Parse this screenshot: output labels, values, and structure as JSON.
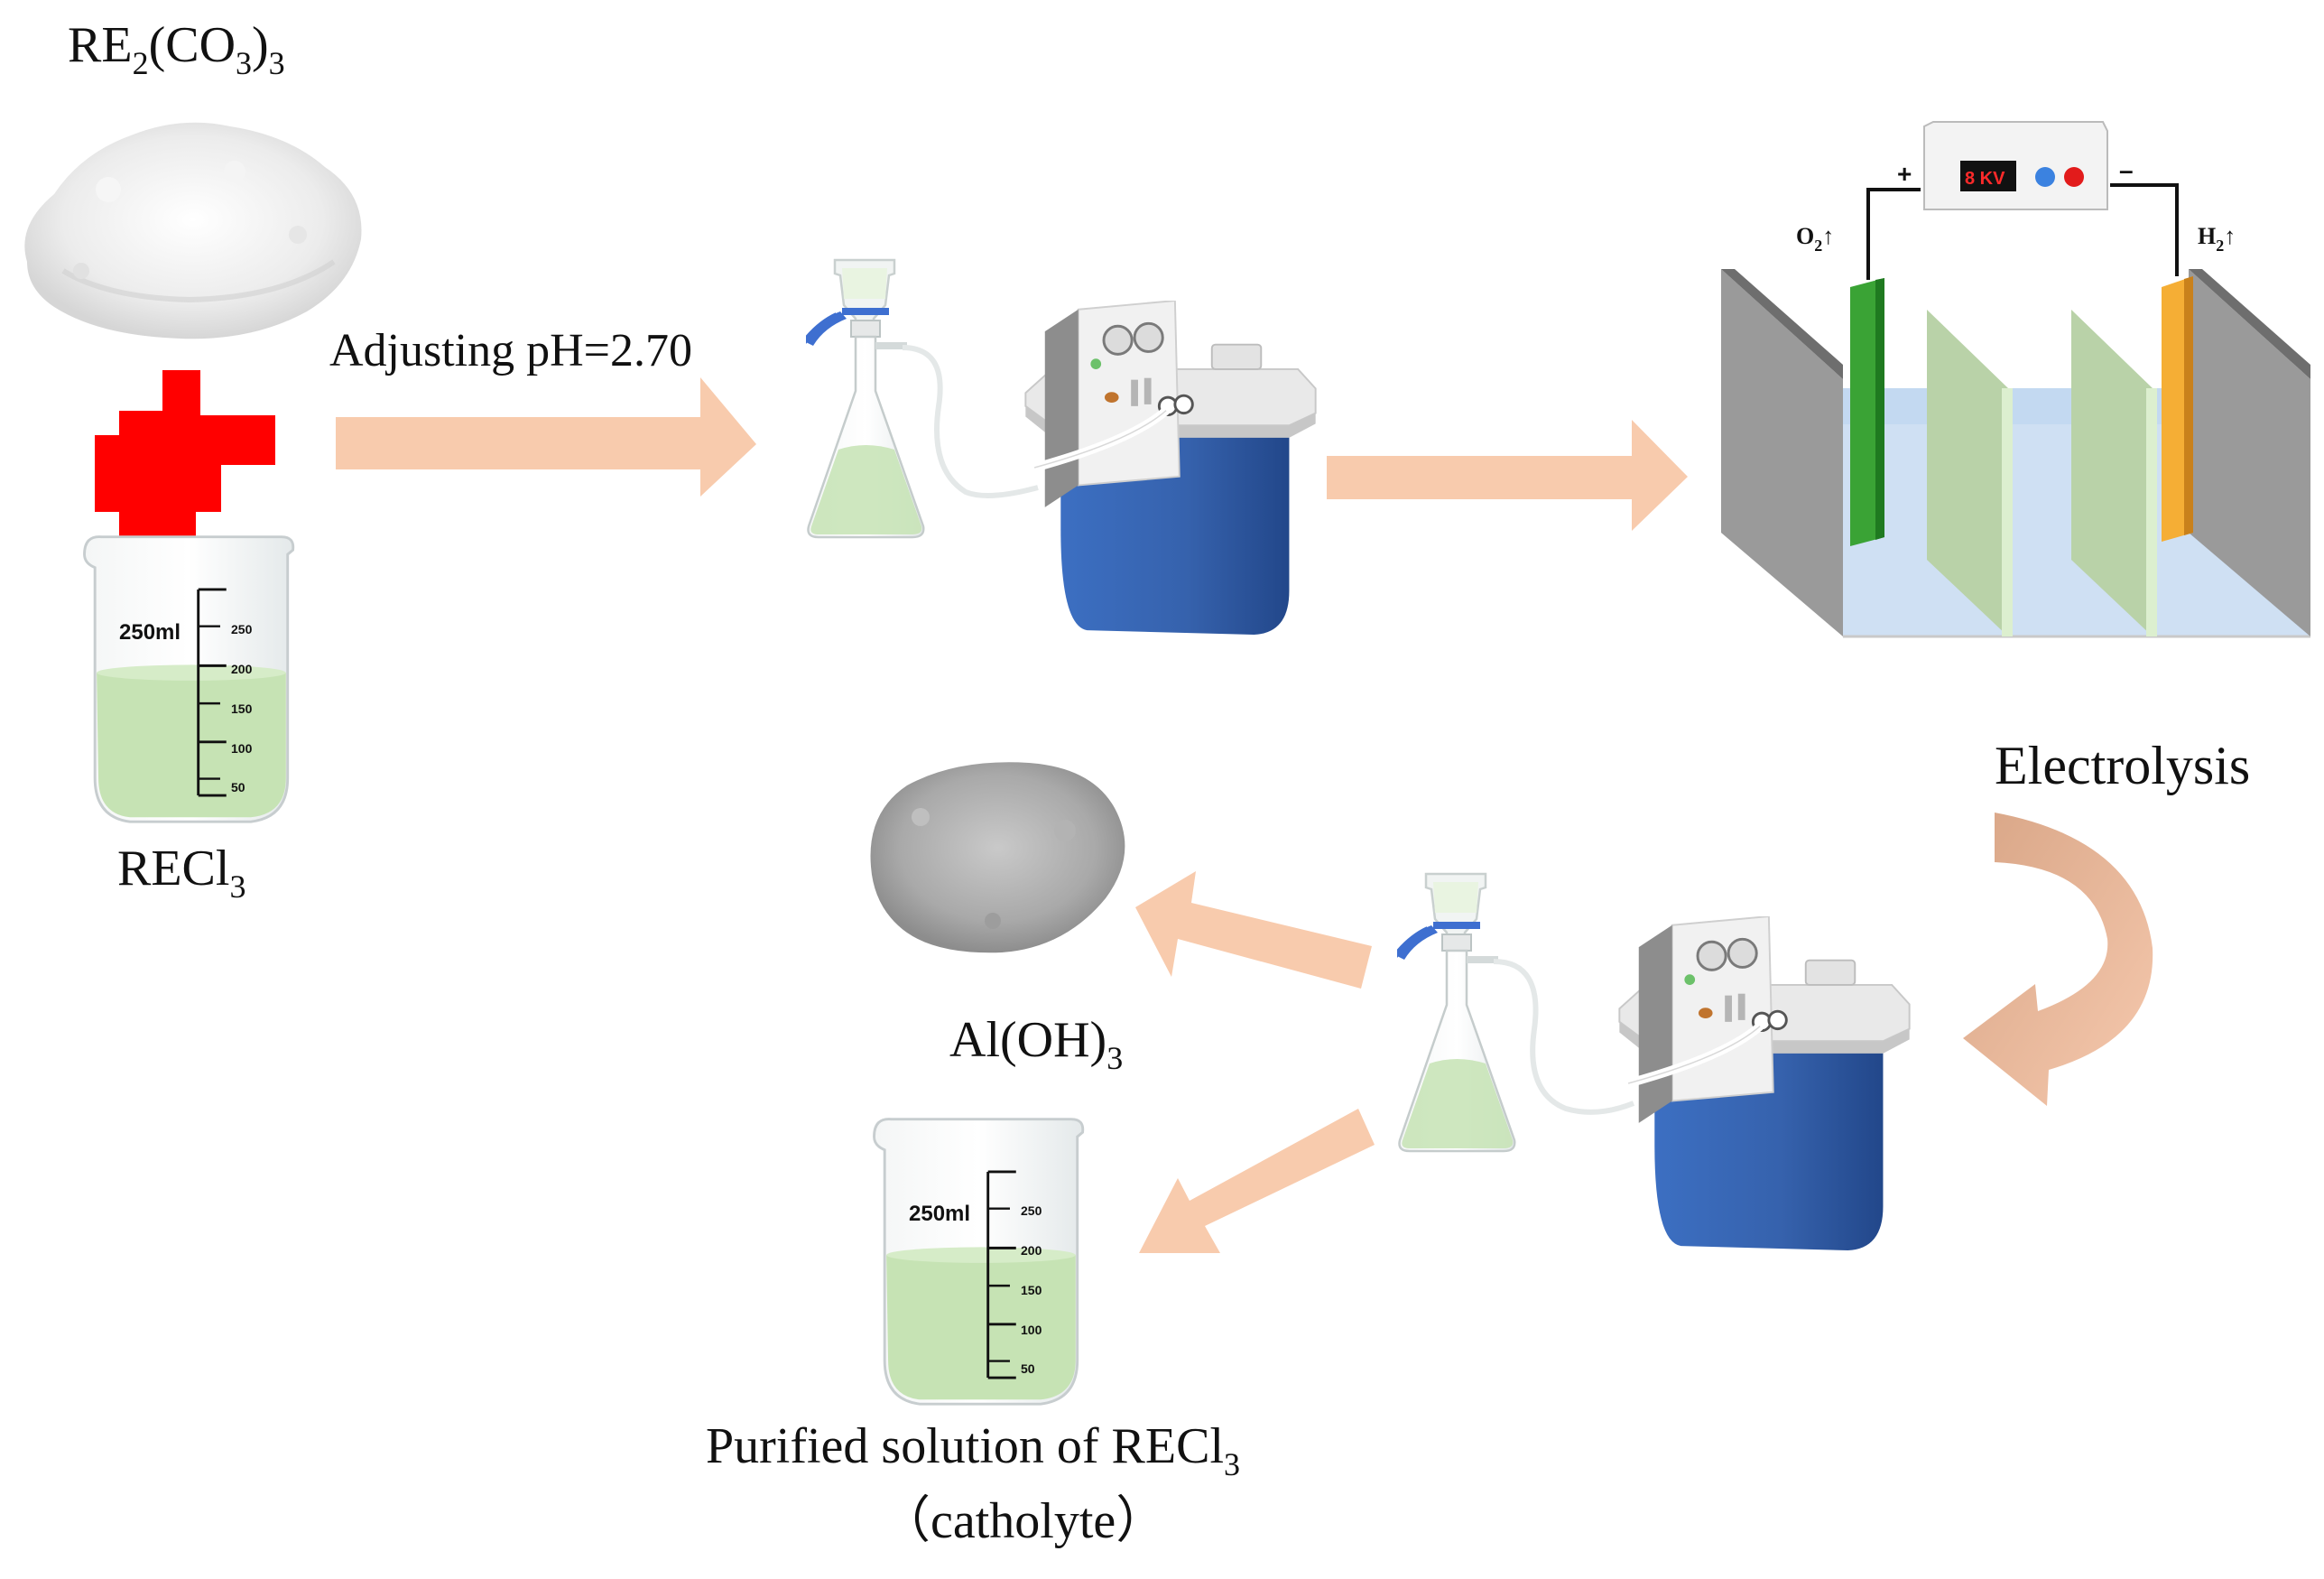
{
  "colors": {
    "arrow": "#f8cbad",
    "curved_arrow": "#e8b9a0",
    "liquid": "#c6e3b4",
    "pump_blue": "#3b68b5",
    "pump_blue_dark": "#2a4f91",
    "plus_sign": "#ff0000",
    "anode": "#3aa335",
    "cathode": "#f5ae35",
    "membrane": "#b9d2a8",
    "electrolyte": "#cfe0f3",
    "cell_wall": "#8f8f8f"
  },
  "icons": {
    "plus": "red-plus-icon",
    "beaker": "beaker-icon",
    "flask": "vacuum-filter-flask-icon",
    "pump": "vacuum-pump-icon",
    "cell": "electrolytic-cell-icon",
    "powder": "powder-pile-icon"
  },
  "labels": {
    "re2co3": {
      "main": "RE",
      "sub1": "2",
      "mid": "(CO",
      "sub2": "3",
      "end": ")",
      "sub3": "3"
    },
    "recl3": {
      "main": "RECl",
      "sub": "3"
    },
    "adjust": "Adjusting pH=2.70",
    "electrolysis": "Electrolysis",
    "aloh3": {
      "main": "Al(OH)",
      "sub": "3"
    },
    "purified": {
      "main": "Purified solution of RECl",
      "sub": "3"
    },
    "catholyte": "（catholyte）"
  },
  "beaker": {
    "volume_label": "250ml",
    "ticks": [
      "250",
      "200",
      "150",
      "100",
      "50"
    ]
  },
  "power_supply": {
    "display": "8 KV",
    "plus": "+",
    "minus": "–"
  },
  "gases": {
    "anode": {
      "main": "O",
      "sub": "2",
      "arrow": "↑"
    },
    "cathode": {
      "main": "H",
      "sub": "2",
      "arrow": "↑"
    }
  }
}
